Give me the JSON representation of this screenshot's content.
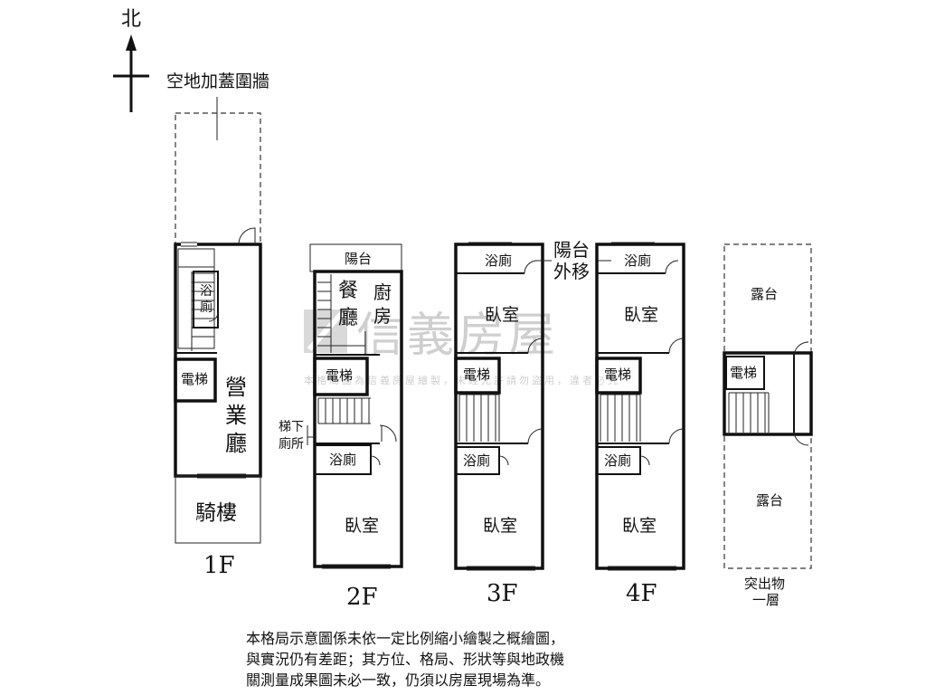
{
  "compass": {
    "north": "北"
  },
  "annotations": {
    "yard": "空地加蓋圍牆",
    "balcony_moved": [
      "陽台",
      "外移"
    ],
    "stair_toilet": [
      "梯下",
      "廁所"
    ]
  },
  "watermark": {
    "brand": "信義房屋",
    "notice": "本格局圖為信義房屋繪製，未經允許請勿盜用，違者必究"
  },
  "floors": [
    {
      "label": "1F",
      "rooms": {
        "bath": "浴廁",
        "elevator": "電梯",
        "hall": "營業廳",
        "arcade": "騎樓"
      }
    },
    {
      "label": "2F",
      "rooms": {
        "balcony": "陽台",
        "dining": "餐廳",
        "kitchen": "廚房",
        "elevator": "電梯",
        "bath": "浴廁",
        "bedroom": "臥室"
      }
    },
    {
      "label": "3F",
      "rooms": {
        "bath_top": "浴廁",
        "bedroom_top": "臥室",
        "elevator": "電梯",
        "bath": "浴廁",
        "bedroom": "臥室"
      }
    },
    {
      "label": "4F",
      "rooms": {
        "bath_top": "浴廁",
        "bedroom_top": "臥室",
        "elevator": "電梯",
        "bath": "浴廁",
        "bedroom": "臥室"
      }
    },
    {
      "label": "突出物一層",
      "label_lines": [
        "突出物",
        "一層"
      ],
      "rooms": {
        "terrace_top": "露台",
        "elevator": "電梯",
        "terrace_bottom": "露台"
      }
    }
  ],
  "disclaimer": [
    "本格局示意圖係未依一定比例縮小繪製之概繪圖，",
    "與實況仍有差距；其方位、格局、形狀等與地政機",
    "關測量成果圖未必一致，仍須以房屋現場為準。"
  ]
}
